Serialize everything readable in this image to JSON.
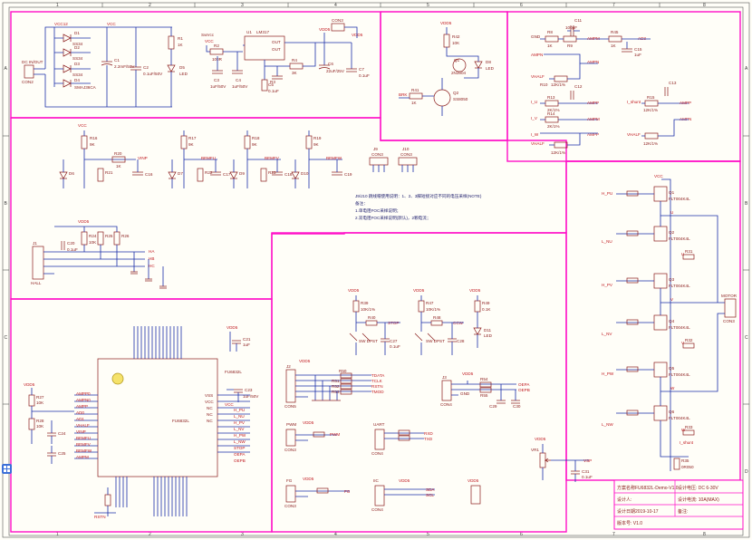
{
  "border": {
    "columns": [
      "1",
      "2",
      "3",
      "4",
      "5",
      "6",
      "7",
      "8"
    ],
    "rows": [
      "A",
      "B",
      "C",
      "D"
    ]
  },
  "power": {
    "conn_label": "DC IN/OUT",
    "conn_ref": "CON2",
    "vcc12": "VCC12",
    "vcc": "VCC",
    "d1": "D1",
    "d1_part": "SS34",
    "d2": "D2",
    "d2_part": "SS34",
    "d3": "D3",
    "d3_part": "SS34",
    "d4": "D4",
    "d4_part": "SMAJ36CA",
    "c1": "C1",
    "c1_val": "2.2mF/50V",
    "c2": "C2",
    "c2_val": "0.1uF/50V",
    "r1": "R1",
    "r1_val": "1K",
    "d5": "D5",
    "d5_part": "LED",
    "sw": "SwVcc",
    "vcc2": "VCC",
    "r2": "R2",
    "r2_val": "100R",
    "c3": "C3",
    "c3_val": "1uF/50V",
    "c4": "C4",
    "c4_val": "1uF/50V",
    "u1": "U1",
    "u1_part": "LM317",
    "out": "OUT",
    "out2": "OUT",
    "r3": "R3",
    "r4": "R4",
    "r4_val": "3K",
    "c5": "C5",
    "c5_val": "0.1uF",
    "c6": "C6",
    "c6_val": "22uF/25V",
    "c7": "C7",
    "c7_val": "0.1uF",
    "con3": "CON3",
    "vdd5": "VDD5",
    "vdd5b": "VDD5"
  },
  "fan": {
    "vdd5": "VDD5",
    "r42": "R42",
    "r42_val": "10K",
    "r43": "R43",
    "r43_val": "1K",
    "q1": "Q1",
    "q1_part": "2N3904",
    "d8": "D8",
    "d8_part": "LED",
    "q2": "Q2",
    "q2_part": "SS8050",
    "brk": "BRK",
    "r41": "R41",
    "r41_val": "1K"
  },
  "amp": {
    "c11": "C11",
    "c11_val": "100pF",
    "r8": "R8",
    "r8_val": "1K",
    "r9": "R9",
    "u3": "AD3",
    "r45": "R45",
    "r45_val": "1K",
    "c15": "C15",
    "c15_val": "1uF",
    "gnd": "GND",
    "ampm": "AMPM",
    "ampn": "AMPN",
    "ampp": "AMPP",
    "ampm2": "AMPM",
    "ampn2": "AMPN",
    "ampp2": "AMPP",
    "vhalf": "VHALF",
    "vhalf2": "VHALF",
    "vhalf3": "VHALF",
    "r10": "R10",
    "r10_val": "12K/1%",
    "r11": "R11",
    "r11_val": "12K/1%",
    "r12": "R12",
    "r12_val": "12K/1%",
    "c12": "C12",
    "c13": "C13",
    "r13": "R13",
    "r13_val": "2K/1%",
    "r14": "R14",
    "r14_val": "2K/1%",
    "r15": "R15",
    "r15_val": "12K/1%",
    "ishunt": "I_shunt",
    "iu": "I_U",
    "iv": "I_V",
    "iw": "I_W"
  },
  "bemf": {
    "vcc": "VCC",
    "r16": "R16",
    "r16_val": "9K",
    "r17": "R17",
    "r17_val": "9K",
    "r18": "R18",
    "r18_val": "9K",
    "r19": "R19",
    "r19_val": "9K",
    "d6": "D6",
    "d7": "D7",
    "d9": "D9",
    "d10": "D10",
    "bemfu": "BEMFU",
    "bemfv": "BEMFV",
    "bemfw": "BEMFW",
    "vinp": "VINP",
    "r20": "R20",
    "r21": "R21",
    "r22": "R22",
    "r23": "R23",
    "r20_val": "1K",
    "c16": "C16",
    "c17": "C17",
    "c18": "C18",
    "c19": "C19"
  },
  "hall": {
    "vdd5": "VDD5",
    "ha": "HA",
    "hb": "HB",
    "hc": "HC",
    "r24": "R24",
    "r25": "R25",
    "r26": "R26",
    "r24_val": "10K",
    "c20": "C20",
    "c20_val": "0.1uF",
    "conn_ref": "J1",
    "conn_label": "HALL"
  },
  "jumpers": {
    "j9": "J9",
    "j9_ref": "CON3",
    "j10": "J10",
    "j10_ref": "CON3",
    "note1": "J9/J10 跳线帽使用说明：1、2、3脚短接对应不同的电压采样(NOTE)",
    "note2": "备注：",
    "note3": "1.单电阻FOC采样说明；",
    "note4": "2.双电阻FOC采样说明(默认)，2颗电流；"
  },
  "bridge": {
    "vcc": "VCC",
    "q1": "Q1",
    "q1_part": "FLT004K4L",
    "q2": "Q2",
    "q2_part": "FLT004K4L",
    "q3": "Q3",
    "q3_part": "FLT004K4L",
    "q4": "Q4",
    "q4_part": "FLT004K4L",
    "q5": "Q5",
    "q5_part": "FLT004K4L",
    "q6": "Q6",
    "q6_part": "FLT004K4L",
    "hu": "H_PU",
    "lu": "L_NU",
    "hv": "H_PV",
    "lv": "L_NV",
    "hw": "H_PW",
    "lw": "L_NW",
    "u": "U",
    "v": "V",
    "w": "W",
    "u2": "U",
    "v2": "V",
    "w2": "W",
    "r30": "R30",
    "r30_val": "10R",
    "r31": "R31",
    "r32": "R32",
    "r33": "R33",
    "motor": "MOTOR",
    "motor_ref": "CON3",
    "ishunt": "I_shunt",
    "rs": "R35",
    "rs_val": "0R050"
  },
  "mcu": {
    "vdd5": "VDD5",
    "part": "FU6832L",
    "part2": "FU6832L",
    "c21": "C21",
    "c21_val": "1uF",
    "c22": "C22",
    "c22_val": "0.1uF",
    "c23": "C23",
    "c23_val": "1uF/50V",
    "vcc": "VCC",
    "left_pins": [
      "AMPP0",
      "AMPN0",
      "AMPP",
      "AD0",
      "AD1",
      "VHALF",
      "VINP",
      "BEMFU",
      "BEMFV",
      "BEMFW",
      "AMPM"
    ],
    "right_pins": [
      "VSS",
      "VCC",
      "NC",
      "NC",
      "NC",
      "H_PU",
      "L_NU",
      "H_PV",
      "L_NV",
      "H_PW",
      "L_NW",
      "STOP",
      "OEPA",
      "OEPB"
    ],
    "r27": "R27",
    "r27_val": "10K",
    "r28": "R28",
    "r28_val": "10K",
    "c24": "C24",
    "c25": "C25",
    "rstn": "RSTN",
    "vdd": "VDD5"
  },
  "controls": {
    "vdd5": "VDD5",
    "r39": "R39",
    "r39_val": "10K/1%",
    "r40": "R40",
    "r40_val": "1K",
    "sw1": "SW DPST",
    "stop": "STOP",
    "c27": "C27",
    "c27_val": "0.1uF",
    "r47": "R47",
    "r47_val": "10K/1%",
    "r48": "R48",
    "r48_val": "1K",
    "sw2": "SW DPST",
    "ccw": "CCW",
    "c28": "C28",
    "r49": "R49",
    "r49_val": "0.1K",
    "d11": "D11",
    "d11_part": "LED",
    "vdd5c": "VDD5"
  },
  "debug": {
    "j1_ref": "J2",
    "j1_conn": "CON5",
    "vdd5": "VDD5",
    "sig": [
      "TDATA",
      "TCLK",
      "RSTN",
      "TMOD"
    ],
    "r50": "R50",
    "r51": "R51",
    "r52": "R52",
    "r53": "R53",
    "gnd": "GND",
    "j3_ref": "J3",
    "j3_conn": "CON4",
    "oepa": "OEPA",
    "oepb": "OEPB",
    "c29": "C29",
    "c30": "C30",
    "r54": "R54",
    "r55": "R55"
  },
  "io": {
    "pwm_ref": "PWM",
    "pwm_conn": "CON3",
    "pwm": "PWM",
    "uart_ref": "UART",
    "uart_conn": "CON4",
    "rxd": "RXD",
    "txd": "TXD",
    "fg_ref": "FG",
    "fg_conn": "CON3",
    "fg": "FG",
    "iic_ref": "IIC",
    "iic_conn": "CON4",
    "sda": "SDA",
    "scl": "SCL",
    "vdd5": "VDD5",
    "vr_ref": "VR1",
    "vsp": "VSP",
    "c31": "C31",
    "c31_val": "0.1uF"
  },
  "titleblock": {
    "r1l": "方案名称FU6832L-Demo-V1.0",
    "r1m": "设计电压: DC 6-30V",
    "r2l": "设计人:",
    "r2m": "设计电流: 10A(MAX)",
    "r3l": "设计日期2019-10-17",
    "r3m": "备注:",
    "r4l": "版本号: V1.0"
  },
  "colors": {
    "frame": "#555555",
    "sections": "#ff10c8",
    "wires": "#1b2fa8",
    "components": "#8a1a1a",
    "nets": "#c0181e"
  }
}
